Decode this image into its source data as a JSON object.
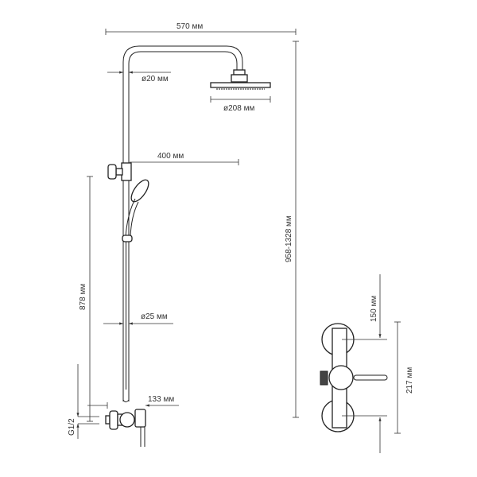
{
  "dimensions": {
    "arm_length": "570 мм",
    "pipe_diameter_top": "ø20 мм",
    "head_diameter": "ø208 мм",
    "arm_projection": "400 мм",
    "overall_height": "958-1328 мм",
    "slide_bar_height": "878 мм",
    "pipe_diameter_bottom": "ø25 мм",
    "mixer_offset": "133 мм",
    "thread": "G1/2",
    "eccentric_spacing": "150 мм",
    "mixer_width": "217 мм"
  },
  "colors": {
    "line": "#222222",
    "knob_dark": "#444444"
  }
}
